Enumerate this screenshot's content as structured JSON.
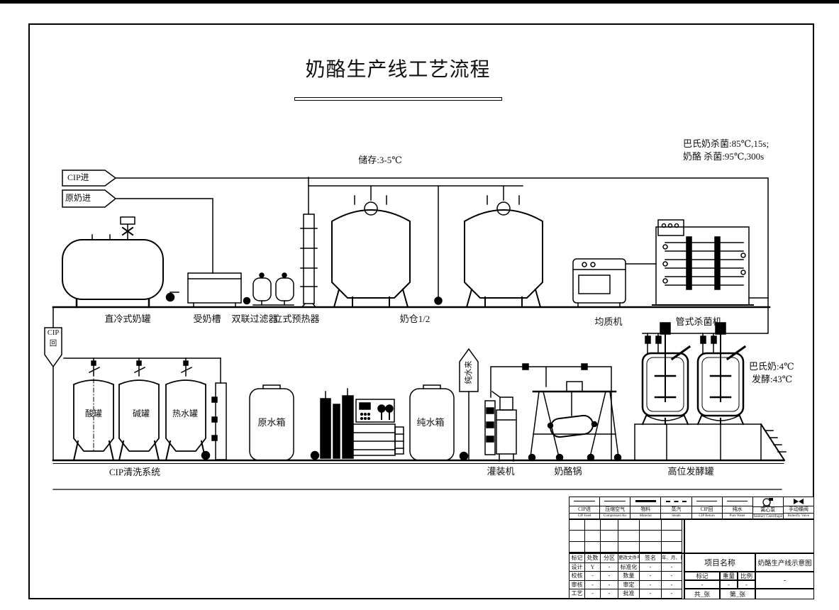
{
  "drawing": {
    "title": "奶酪生产线工艺流程",
    "notes": {
      "pasteurize_line1": "巴氏奶杀菌:85℃,15s;",
      "pasteurize_line2": "奶酪  杀菌:95℃,300s",
      "storage": "储存:3-5℃",
      "pasteurized_milk": "巴氏奶:4℃",
      "fermentation": "发酵:43℃"
    },
    "flags": {
      "cip_in": "CIP进",
      "raw_milk_in": "原奶进",
      "cip_return_top": "CIP",
      "cip_return_bottom": "回",
      "pure_water_in": "纯水来"
    },
    "labels_row1": {
      "milk_tank": "直冷式奶罐",
      "receiving_trough": "受奶槽",
      "duplex_filter": "双联过滤器",
      "preheater": "立式预热器",
      "milk_silo": "奶仓1/2",
      "homogenizer": "均质机",
      "tube_sterilizer": "管式杀菌机"
    },
    "labels_row2": {
      "cip_system": "CIP清洗系统",
      "acid_tank": "酸罐",
      "alkali_tank": "碱罐",
      "hot_water_tank": "热水罐",
      "raw_water_tank": "原水箱",
      "pure_water_tank": "纯水箱",
      "filling_machine": "灌装机",
      "cheese_kettle": "奶酪锅",
      "fermentation_tank": "高位发酵罐"
    }
  },
  "legend": {
    "items": [
      {
        "zh": "CIP进",
        "en": "CIP  Feed"
      },
      {
        "zh": "压缩空气",
        "en": "Compressed Air"
      },
      {
        "zh": "物料",
        "en": "Material"
      },
      {
        "zh": "蒸汽",
        "en": "Steam"
      },
      {
        "zh": "CIP回",
        "en": "CIP  Return"
      },
      {
        "zh": "纯水",
        "en": "Pure Water"
      },
      {
        "zh": "离心泵",
        "en": "Sanitary Centrifugal Pump"
      },
      {
        "zh": "手动蝶阀",
        "en": "Butterfly Valve"
      }
    ]
  },
  "titleblock": {
    "revision_header": [
      "标记",
      "处数",
      "分区",
      "更改文件号",
      "签名",
      "年、月、日"
    ],
    "rows": [
      [
        "设计",
        "Y",
        "-",
        "标准化",
        "-",
        "-"
      ],
      [
        "校核",
        "-",
        "-",
        "数量",
        "-",
        "-"
      ],
      [
        "审核",
        "-",
        "-",
        "审定",
        "-",
        "-"
      ],
      [
        "工艺",
        "-",
        "-",
        "批准",
        "-",
        "-"
      ]
    ],
    "project_name_label": "项目名称",
    "drawing_name": "奶酪生产线示意图",
    "mark_label": "标记",
    "weight_label": "重量",
    "scale_label": "比例",
    "mark_value": "-",
    "weight_value": "-",
    "scale_value": "-",
    "drawing_no_value": "-",
    "sheets_total": "共_张",
    "sheet_number": "第_张"
  }
}
